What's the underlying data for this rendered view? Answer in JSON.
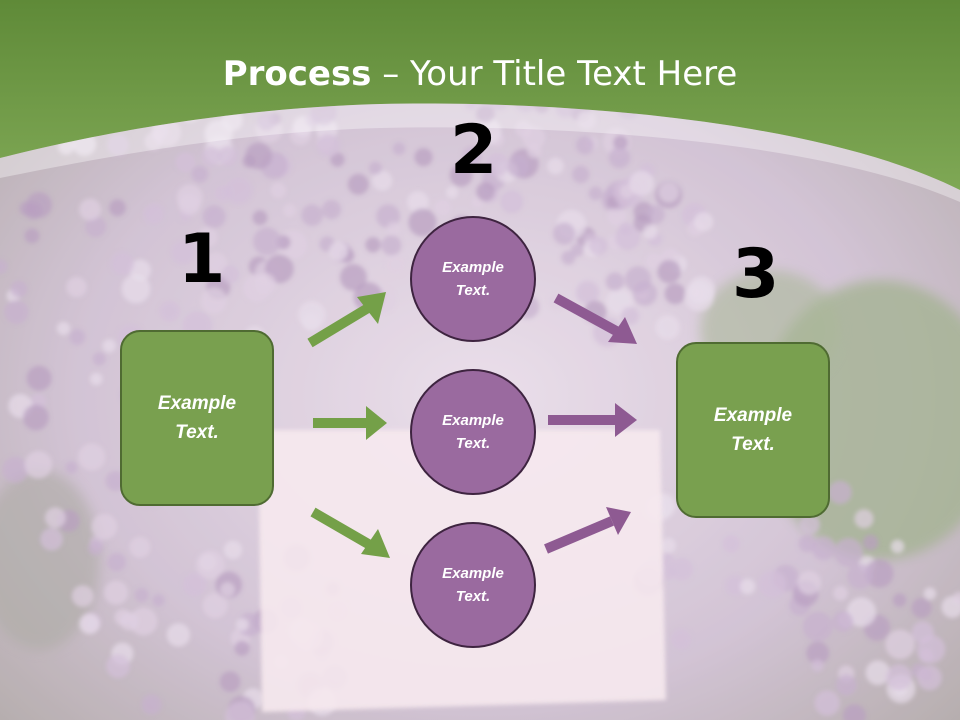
{
  "slide": {
    "title_bold": "Process",
    "title_rest": " – Your Title Text Here"
  },
  "steps": {
    "step1_number": "1",
    "step2_number": "2",
    "step3_number": "3"
  },
  "left_box": {
    "text": "Example Text."
  },
  "right_box": {
    "text": "Example Text."
  },
  "circles": [
    {
      "text": "Example Text."
    },
    {
      "text": "Example Text."
    },
    {
      "text": "Example Text."
    }
  ],
  "colors": {
    "header_green": "#6f9a46",
    "box_green": "#79a04f",
    "circle_purple": "#9a6a9f",
    "arrow_green": "#74a048",
    "arrow_purple": "#8e5a92"
  }
}
